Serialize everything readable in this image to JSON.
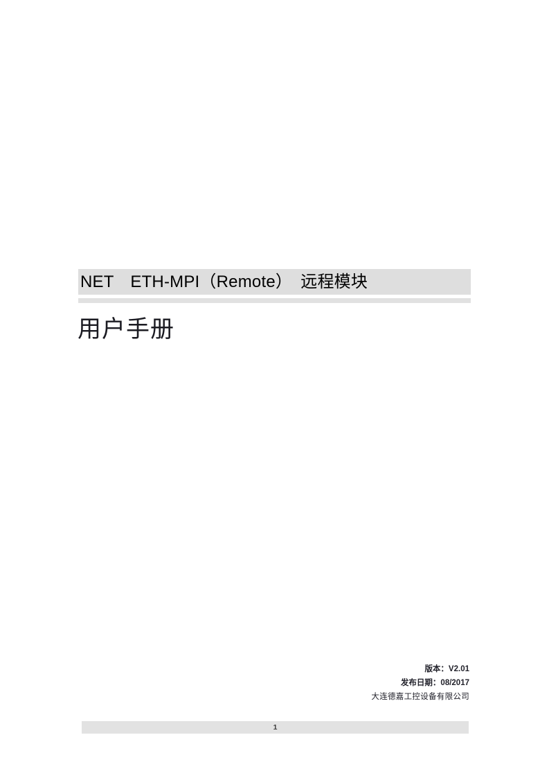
{
  "document": {
    "kind": "cover-page",
    "title": "NET　ETH-MPI（Remote）　远程模块",
    "subtitle": "用户手册",
    "colors": {
      "title_highlight": "#dedede",
      "title_rule": "#e1e1e1",
      "footer_bar": "#e2e2e2",
      "text": "#000000",
      "page_background": "#ffffff"
    }
  },
  "imprint": {
    "version_line": "版本：V2.01",
    "release_date_line": "发布日期：08/2017",
    "company_line": "大连德嘉工控设备有限公司"
  },
  "footer": {
    "page_number": "1"
  }
}
